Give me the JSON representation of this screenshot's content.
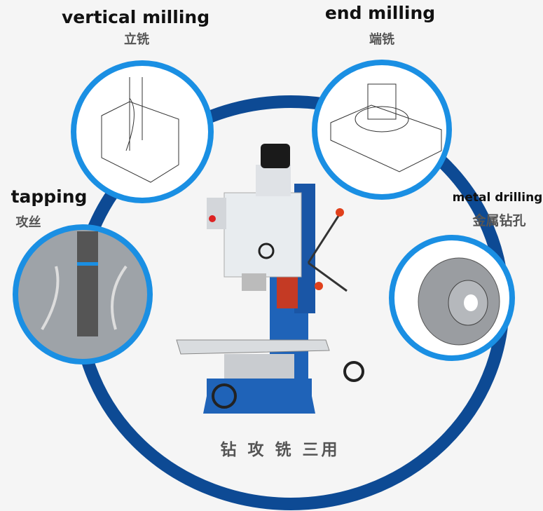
{
  "labels": {
    "vertical_milling": {
      "en": "vertical milling",
      "zh": "立铣"
    },
    "end_milling": {
      "en": "end milling",
      "zh": "端铣"
    },
    "tapping": {
      "en": "tapping",
      "zh": "攻丝"
    },
    "metal_drilling": {
      "en": "metal drilling",
      "zh": "金属钻孔"
    }
  },
  "caption": "钻 攻 铣 三用",
  "colors": {
    "ring": "#0d4a94",
    "circle_border": "#1a8fe3",
    "machine_blue": "#1f63b8",
    "machine_white": "#e8ecef",
    "handle_red": "#e0401c"
  }
}
